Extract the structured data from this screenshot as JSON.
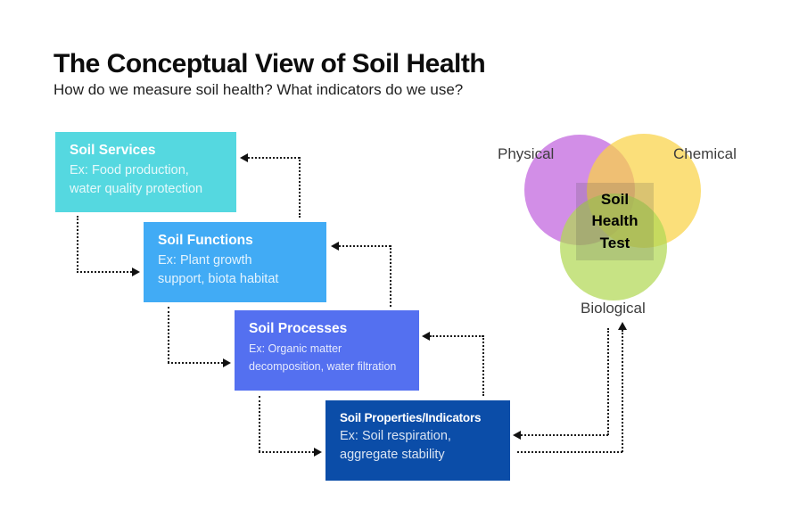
{
  "page": {
    "title": "The Conceptual View of Soil Health",
    "subtitle": "How do we measure soil health? What indicators do we use?"
  },
  "flow_boxes": [
    {
      "title": "Soil Services",
      "body": "Ex: Food production,\nwater quality protection",
      "color": "#55d8e0"
    },
    {
      "title": "Soil Functions",
      "body": "Ex: Plant growth\nsupport, biota habitat",
      "color": "#41abf5"
    },
    {
      "title": "Soil Processes",
      "body": "Ex: Organic matter\ndecomposition, water filtration",
      "color": "#5470f0"
    },
    {
      "title": "Soil Properties/Indicators",
      "body": "Ex: Soil respiration,\naggregate stability",
      "color": "#0b4da8"
    }
  ],
  "venn": {
    "circles": [
      {
        "label": "Physical",
        "color": "#c163de"
      },
      {
        "label": "Chemical",
        "color": "#f9d347"
      },
      {
        "label": "Biological",
        "color": "#b2d854"
      }
    ],
    "center_label": "Soil\nHealth\nTest",
    "center_square_color": "rgba(70,70,70,0.18)"
  },
  "connector_color": "#1a1a1a"
}
